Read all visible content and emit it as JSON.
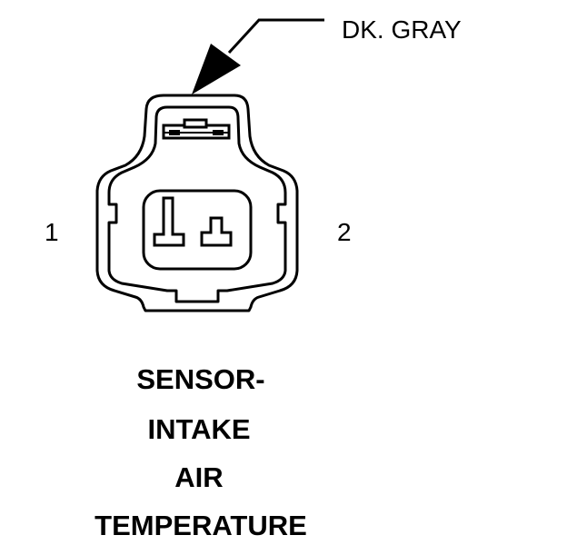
{
  "callout": {
    "label": "DK. GRAY"
  },
  "pins": {
    "left_label": "1",
    "right_label": "2"
  },
  "component": {
    "name_lines": [
      "SENSOR-",
      "INTAKE",
      "AIR",
      "TEMPERATURE"
    ]
  },
  "colors": {
    "line": "#000000",
    "background": "#ffffff"
  }
}
